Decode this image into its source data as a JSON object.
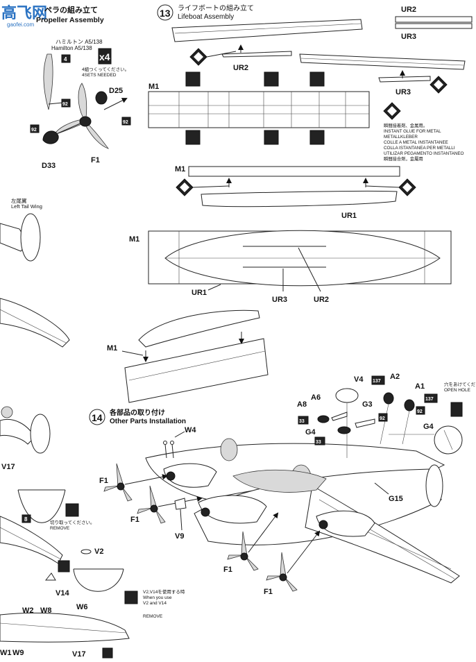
{
  "logo": {
    "chars": "高飞网",
    "url": "gaofei.com"
  },
  "step12": {
    "title_jp": "ペラの組み立て",
    "title_en": "Propeller Assembly",
    "variant_jp": "ハミルトン A5/138",
    "variant_en": "Hamilton A5/138",
    "qty": "x4",
    "qty_note_jp": "4組つくってください。",
    "qty_note_en": "4SETS NEEDED",
    "paint_a": "4",
    "paint_b": "92",
    "paint_c": "92",
    "paint_d": "92",
    "parts": [
      "D25",
      "D33",
      "F1"
    ]
  },
  "step13": {
    "number": "13",
    "title_jp": "ライフボートの組み立て",
    "title_en": "Lifeboat Assembly",
    "labels": [
      "UR2",
      "UR3",
      "UR2",
      "UR3",
      "M1",
      "M1",
      "UR1",
      "M1",
      "UR1",
      "UR3",
      "UR2",
      "M1"
    ]
  },
  "glue_note": [
    "瞬間接着剤、金属用。",
    "INSTANT GLUE FOR METAL",
    "METALLKLEBER",
    "COLLE A METAL INSTANTANEE",
    "COLLA ISTANTANEA PER METALLI",
    "UTILIZAR PEGAMENTO INSTANTANEO",
    "瞬間接合劑，金屬用"
  ],
  "left_tail": {
    "jp": "左尾翼",
    "en": "Left Tail Wing"
  },
  "step14": {
    "number": "14",
    "title_jp": "各部品の取り付け",
    "title_en": "Other Parts Installation"
  },
  "step14_labels": [
    "W4",
    "V4",
    "A2",
    "A1",
    "A8",
    "A6",
    "G3",
    "G4",
    "G4",
    "G15",
    "F1",
    "F1",
    "V9",
    "F1",
    "F1"
  ],
  "step14_paint": [
    "137",
    "137",
    "33",
    "33",
    "92",
    "92"
  ],
  "open_hole": {
    "jp": "穴をあけてください。",
    "en": "OPEN HOLE"
  },
  "left_labels": [
    "V17",
    "V2",
    "V14",
    "W2",
    "W8",
    "W6",
    "W1",
    "W9",
    "V17"
  ],
  "paint8": "8",
  "remove1": {
    "jp": "切り取ってください。",
    "en": "REMOVE"
  },
  "remove2": {
    "jp": "V2,V14を使用する時",
    "en1": "When you use",
    "en2": "V2 and V14",
    "en3": "REMOVE"
  }
}
